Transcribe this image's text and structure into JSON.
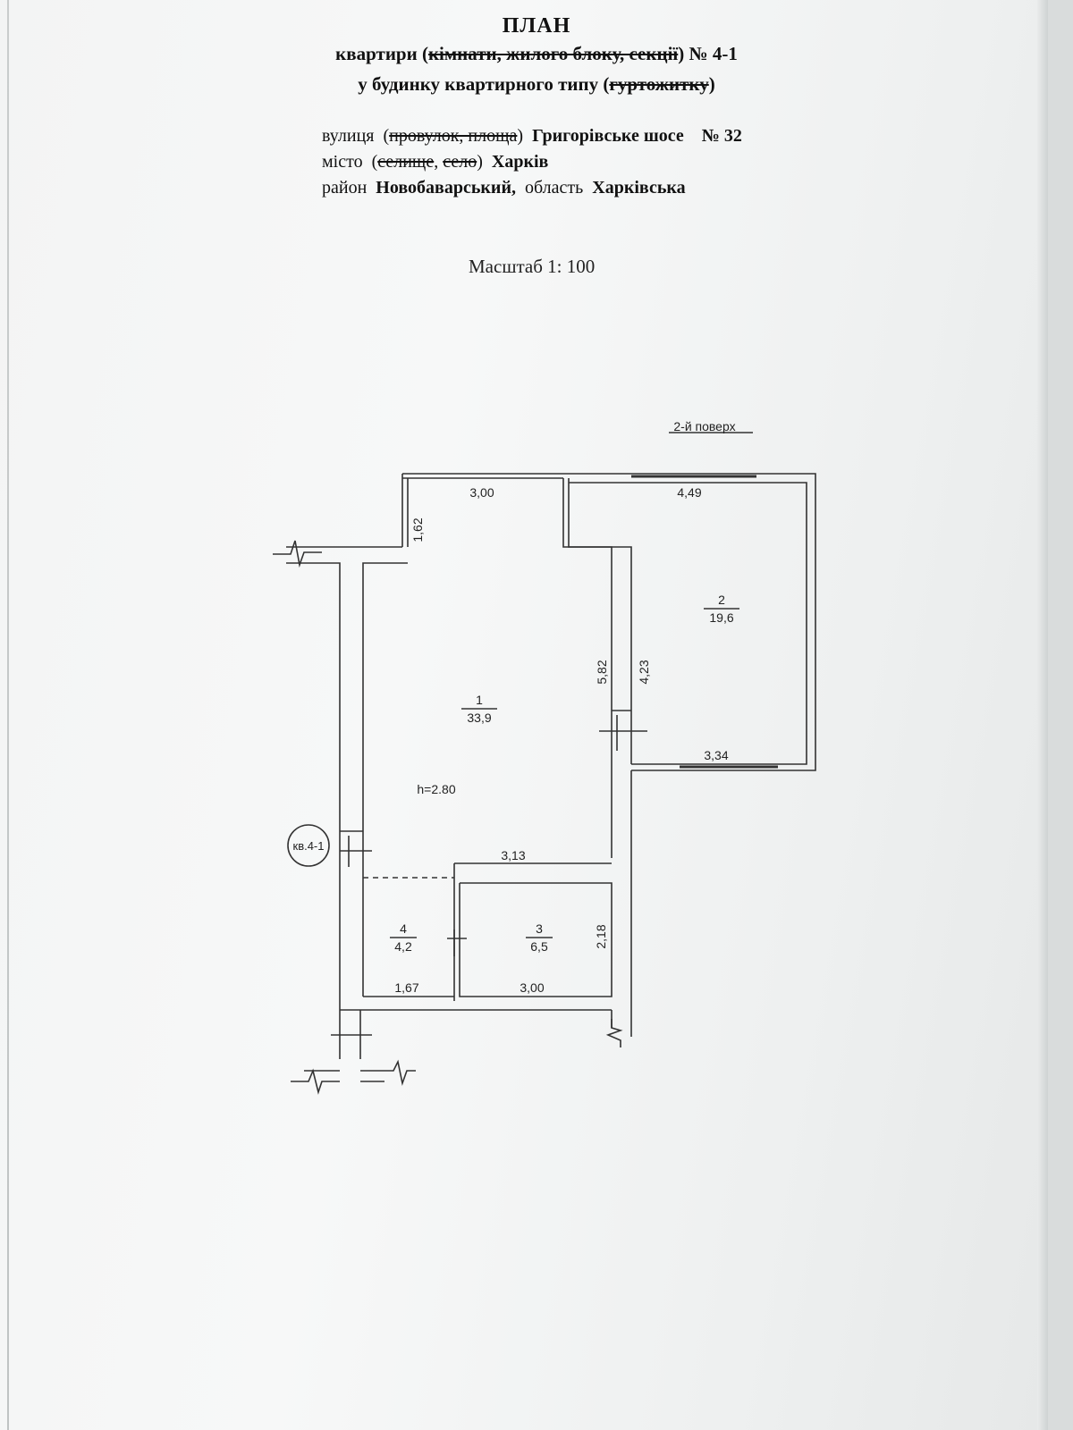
{
  "header": {
    "title": "ПЛАН",
    "line2_prefix": "квартири (",
    "line2_struck": "кімнати, жилого блоку, секції",
    "line2_suffix": ") № 4-1",
    "line3_prefix": "у будинку квартирного типу (",
    "line3_struck": "гуртожитку",
    "line3_suffix": ")"
  },
  "address": {
    "street_label": "вулиця",
    "street_paren_open": "(",
    "street_struck": "провулок, площа",
    "street_paren_close": ")",
    "street_name": "Григорівське шосе",
    "street_number": "№ 32",
    "city_label": "місто",
    "city_paren_open": "(",
    "city_struck_1": "селище",
    "city_comma": ", ",
    "city_struck_2": "село",
    "city_paren_close": ")",
    "city_name": "Харків",
    "district_label": "район",
    "district_name": "Новобаварський,",
    "region_label": "область",
    "region_name": "Харківська"
  },
  "scale": "Масштаб 1: 100",
  "plan": {
    "floor_label": "2-й поверх",
    "apartment_marker": "кв.4-1",
    "ceiling_height": "h=2.80",
    "rooms": [
      {
        "number": "1",
        "area": "33,9"
      },
      {
        "number": "2",
        "area": "19,6"
      },
      {
        "number": "3",
        "area": "6,5"
      },
      {
        "number": "4",
        "area": "4,2"
      }
    ],
    "dimensions": {
      "balcony_width": "3,00",
      "balcony_depth": "1,62",
      "room2_top": "4,49",
      "room1_right": "5,82",
      "room2_left": "4,23",
      "room2_bottom": "3,34",
      "room1_bottom": "3,13",
      "room3_right": "2,18",
      "room4_bottom": "1,67",
      "room3_bottom": "3,00"
    }
  }
}
